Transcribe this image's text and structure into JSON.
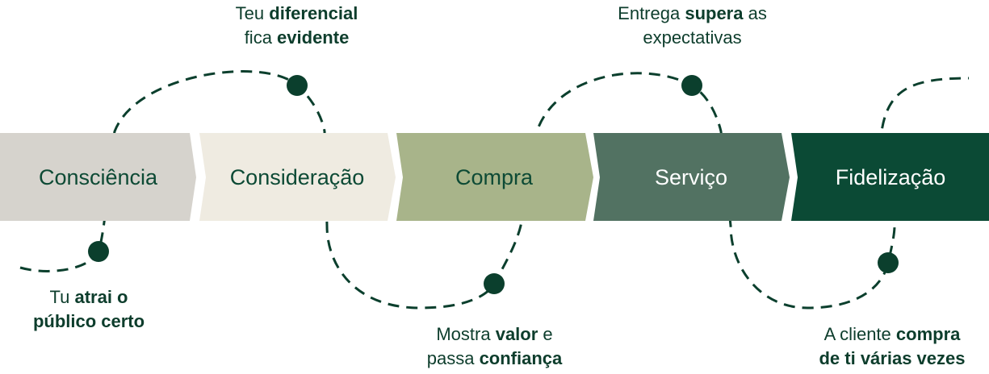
{
  "stages": [
    {
      "label": "Consciência",
      "color": "#d6d3cd",
      "text_color": "#0d4a35"
    },
    {
      "label": "Consideração",
      "color": "#efebe1",
      "text_color": "#0d4a35"
    },
    {
      "label": "Compra",
      "color": "#a8b48a",
      "text_color": "#0d4a35"
    },
    {
      "label": "Serviço",
      "color": "#527262",
      "text_color": "#ffffff"
    },
    {
      "label": "Fidelização",
      "color": "#0b4a35",
      "text_color": "#ffffff"
    }
  ],
  "captions": [
    {
      "l1a": "Tu ",
      "l1b": "atrai o",
      "l2b": "público certo"
    },
    {
      "l1a": "Teu ",
      "l1b": "diferencial",
      "l2a": "fica ",
      "l2b": "evidente"
    },
    {
      "l1a": "Mostra ",
      "l1b": "valor",
      "l1c": " e",
      "l2a": "passa ",
      "l2b": "confiança"
    },
    {
      "l1a": "Entrega ",
      "l1b": "supera",
      "l1c": " as",
      "l2a": "expectativas"
    },
    {
      "l1a": "A cliente ",
      "l1b": "compra",
      "l2b": "de ti várias vezes"
    }
  ],
  "colors": {
    "line": "#0b3f2d"
  }
}
